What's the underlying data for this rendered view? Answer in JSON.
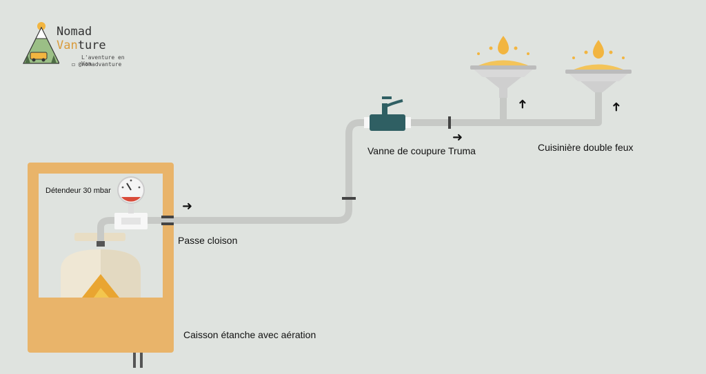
{
  "brand": {
    "name_line1": "Nomad",
    "name_line2_a": "Van",
    "name_line2_b": "ture",
    "tagline": "L'aventure en Van",
    "handle": "@nomadvanture"
  },
  "labels": {
    "regulator": "Détendeur 30 mbar",
    "wall_pass": "Passe cloison",
    "shutoff_valve": "Vanne de coupure Truma",
    "cooktop": "Cuisinière double feux",
    "enclosure": "Caisson étanche avec aération"
  },
  "colors": {
    "background": "#dfe3df",
    "pipe": "#c7c9c6",
    "enclosure": "#e9b46a",
    "valve": "#2f5f63",
    "flame": "#f2b540"
  }
}
